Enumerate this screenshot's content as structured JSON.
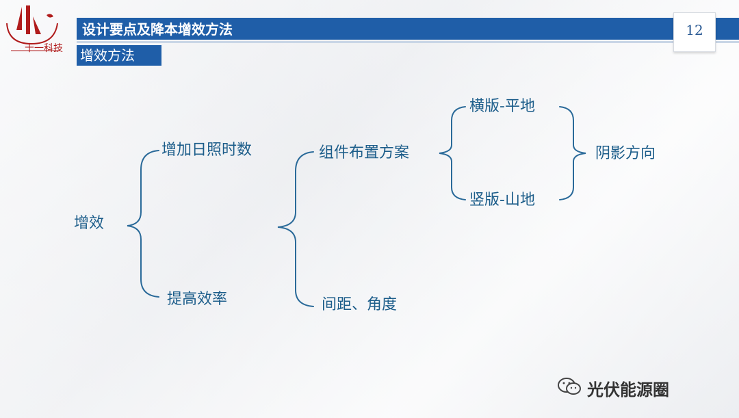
{
  "logo": {
    "text": "十一科技"
  },
  "header": {
    "title": "设计要点及降本增效方法",
    "page_number": "12"
  },
  "subheader": {
    "title": "增效方法"
  },
  "diagram": {
    "root": "增效",
    "level1": [
      "增加日照时数",
      "提高效率"
    ],
    "level2": [
      "组件布置方案",
      "间距、角度"
    ],
    "level3": [
      "横版-平地",
      "竖版-山地"
    ],
    "level4": "阴影方向"
  },
  "watermark": {
    "text": "光伏能源圈"
  },
  "colors": {
    "accent": "#1f5ea8",
    "text": "#1c5d8a",
    "logo": "#b01c1c"
  }
}
